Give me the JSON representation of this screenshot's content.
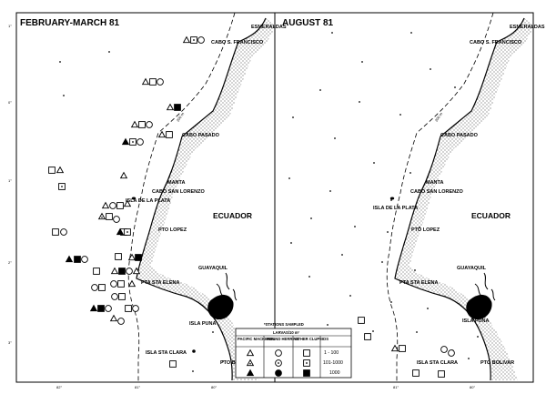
{
  "panels": [
    {
      "title": "FEBRUARY-MARCH 81",
      "country": "ECUADOR",
      "isobath": "200 m",
      "places": [
        "ESMERALDAS",
        "CABO S. FRANCISCO",
        "CABO PASADO",
        "MANTA",
        "CABO SAN LORENZO",
        "ISLA DE LA PLATA",
        "PTO LOPEZ",
        "PTA STA ELENA",
        "GUAYAQUIL",
        "ISLA PUNA",
        "ISLA STA CLARA",
        "PTO BOLIVAR"
      ],
      "longitude_ticks": [
        "82°",
        "81°",
        "80°"
      ],
      "latitude_ticks": [
        "1°",
        "0°",
        "1°",
        "2°",
        "3°"
      ]
    },
    {
      "title": "AUGUST 81",
      "country": "ECUADOR",
      "isobath": "200 m",
      "places": [
        "ESMERALDAS",
        "CABO S. FRANCISCO",
        "CABO PASADO",
        "MANTA",
        "CABO SAN LORENZO",
        "ISLA DE LA PLATA",
        "PTO LOPEZ",
        "PTA STA ELENA",
        "GUAYAQUIL",
        "ISLA PUNA",
        "ISLA STA CLARA",
        "PTO BOLIVAR"
      ],
      "longitude_ticks": [
        "81°",
        "80°"
      ]
    }
  ],
  "legend": {
    "stations_label": "*STATIONS SAMPLED",
    "header": "LARVAS/10 m²",
    "columns": [
      "PACIFIC MACKEREL",
      "ROUND HERRING",
      "OTHER CLUPEIDS"
    ],
    "levels": [
      "1 - 100",
      "101-1000",
      "1000"
    ]
  }
}
